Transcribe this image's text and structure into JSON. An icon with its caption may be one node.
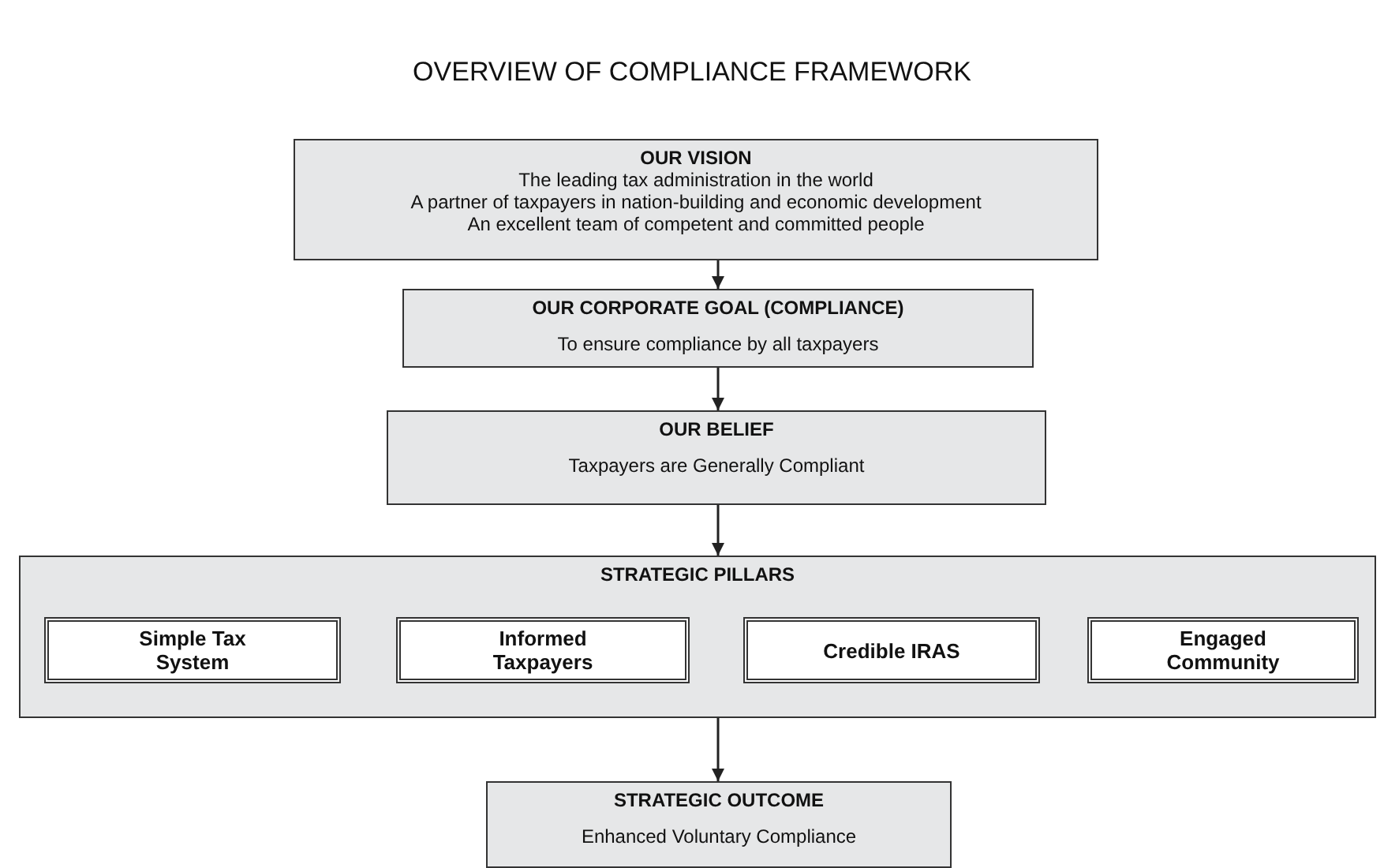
{
  "diagram": {
    "title": "OVERVIEW OF COMPLIANCE FRAMEWORK",
    "nodes": [
      {
        "text": [
          "OUR VISION",
          "The leading tax administration in the world",
          "A partner of taxpayers in nation-building and economic development",
          "An excellent team of competent and committed people"
        ]
      },
      {
        "text": [
          "OUR CORPORATE GOAL (COMPLIANCE)",
          "To ensure compliance by all taxpayers"
        ]
      },
      {
        "text": [
          "OUR BELIEF",
          "Taxpayers are Generally Compliant"
        ]
      },
      {
        "text": [
          "STRATEGIC PILLARS"
        ]
      },
      {
        "text": [
          "Simple Tax System"
        ],
        "in": 3
      },
      {
        "text": [
          "Informed Taxpayers"
        ],
        "in": 3
      },
      {
        "text": [
          "Credible IRAS"
        ],
        "in": 3
      },
      {
        "text": [
          "Engaged Community"
        ],
        "in": 3
      },
      {
        "text": [
          "STRATEGIC OUTCOME",
          "Enhanced Voluntary Compliance"
        ]
      }
    ],
    "edges": [
      {
        "from": 0,
        "to": 1,
        "arrow": "to"
      },
      {
        "from": 1,
        "to": 2,
        "arrow": "to"
      },
      {
        "from": 2,
        "to": 3,
        "arrow": "to"
      },
      {
        "from": 3,
        "to": 8,
        "arrow": "to"
      }
    ]
  }
}
